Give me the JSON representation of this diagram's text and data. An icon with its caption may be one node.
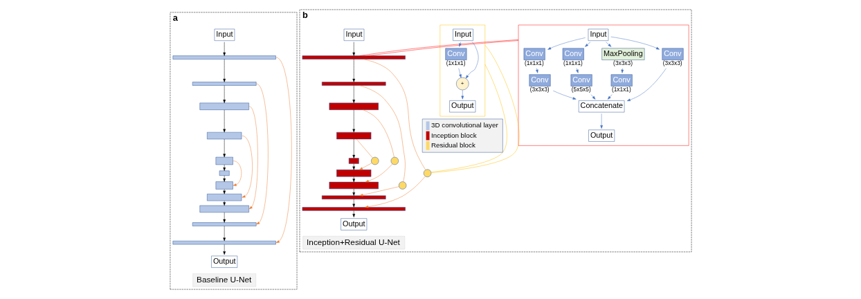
{
  "diagram": {
    "nodes": [
      {
        "text": [
          "a"
        ]
      },
      {
        "text": [
          "Input"
        ],
        "in": 0
      },
      {
        "text": [],
        "shape": "bar",
        "in": 0
      },
      {
        "text": [],
        "shape": "bar",
        "in": 0
      },
      {
        "text": [],
        "shape": "bar",
        "in": 0
      },
      {
        "text": [],
        "shape": "bar",
        "in": 0
      },
      {
        "text": [],
        "shape": "bar",
        "in": 0
      },
      {
        "text": [],
        "shape": "bar",
        "in": 0
      },
      {
        "text": [],
        "shape": "bar",
        "in": 0
      },
      {
        "text": [],
        "shape": "bar",
        "in": 0
      },
      {
        "text": [],
        "shape": "bar",
        "in": 0
      },
      {
        "text": [],
        "shape": "bar",
        "in": 0
      },
      {
        "text": [],
        "shape": "bar",
        "in": 0
      },
      {
        "text": [
          "Output"
        ],
        "in": 0
      },
      {
        "text": [
          "Baseline U-Net"
        ],
        "in": 0
      },
      {
        "text": [
          "b"
        ]
      },
      {
        "text": [],
        "shape": "box",
        "in": 15
      },
      {
        "text": [
          "Input"
        ],
        "in": 16
      },
      {
        "text": [
          "Conv"
        ],
        "beside": [
          "(1x1x1)"
        ],
        "in": 16
      },
      {
        "text": [
          "Conv"
        ],
        "beside": [
          "(1x1x1)"
        ],
        "in": 16
      },
      {
        "text": [
          "MaxPooling"
        ],
        "beside": [
          "(3x3x3)"
        ],
        "in": 16
      },
      {
        "text": [
          "Conv"
        ],
        "beside": [
          "(3x3x3)"
        ],
        "in": 16
      },
      {
        "text": [
          "Conv"
        ],
        "beside": [
          "(5x5x5)"
        ],
        "in": 16
      },
      {
        "text": [
          "Conv"
        ],
        "beside": [
          "(1x1x1)"
        ],
        "in": 16
      },
      {
        "text": [
          "Conv"
        ],
        "beside": [
          "(3x3x3)"
        ],
        "in": 16
      },
      {
        "text": [
          "Concatenate"
        ],
        "in": 16
      },
      {
        "text": [
          "Output"
        ],
        "in": 16
      },
      {
        "text": [
          "Input"
        ],
        "in": 15
      },
      {
        "text": [],
        "shape": "bar",
        "in": 15
      },
      {
        "text": [],
        "shape": "bar",
        "in": 15
      },
      {
        "text": [],
        "shape": "bar",
        "in": 15
      },
      {
        "text": [],
        "shape": "bar",
        "in": 15
      },
      {
        "text": [],
        "shape": "bar",
        "in": 15
      },
      {
        "text": [],
        "shape": "bar",
        "in": 15
      },
      {
        "text": [],
        "shape": "bar",
        "in": 15
      },
      {
        "text": [],
        "shape": "bar",
        "in": 15
      },
      {
        "text": [],
        "shape": "bar",
        "in": 15
      },
      {
        "text": [
          "Output"
        ],
        "in": 15
      },
      {
        "text": [],
        "shape": "circle",
        "in": 15
      },
      {
        "text": [],
        "shape": "circle",
        "in": 15
      },
      {
        "text": [],
        "shape": "circle",
        "in": 15
      },
      {
        "text": [],
        "shape": "circle",
        "in": 15
      },
      {
        "text": [],
        "shape": "box",
        "in": 15
      },
      {
        "text": [
          "Input"
        ],
        "in": 42
      },
      {
        "text": [
          "Conv"
        ],
        "beside": [
          "(1x1x1)"
        ],
        "in": 42
      },
      {
        "text": [
          "+"
        ],
        "in": 42
      },
      {
        "text": [
          "Output"
        ],
        "in": 42
      },
      {
        "text": [
          "Inception+Residual U-Net"
        ],
        "in": 15
      }
    ],
    "edges": [
      {
        "from": 1,
        "to": 2,
        "arrow": "to"
      },
      {
        "from": 2,
        "to": 3,
        "arrow": "to"
      },
      {
        "from": 3,
        "to": 4,
        "arrow": "to"
      },
      {
        "from": 4,
        "to": 5,
        "arrow": "to"
      },
      {
        "from": 5,
        "to": 6,
        "arrow": "to"
      },
      {
        "from": 6,
        "to": 7,
        "arrow": "to"
      },
      {
        "from": 7,
        "to": 8,
        "arrow": "to"
      },
      {
        "from": 8,
        "to": 9,
        "arrow": "to"
      },
      {
        "from": 9,
        "to": 10,
        "arrow": "to"
      },
      {
        "from": 10,
        "to": 11,
        "arrow": "to"
      },
      {
        "from": 11,
        "to": 12,
        "arrow": "to"
      },
      {
        "from": 12,
        "to": 13,
        "arrow": "to"
      },
      {
        "from": 2,
        "to": 12,
        "arrow": "to",
        "color": "#ed7d31"
      },
      {
        "from": 3,
        "to": 11,
        "arrow": "to",
        "color": "#ed7d31"
      },
      {
        "from": 4,
        "to": 10,
        "arrow": "to",
        "color": "#ed7d31"
      },
      {
        "from": 5,
        "to": 9,
        "arrow": "to",
        "color": "#ed7d31"
      },
      {
        "from": 6,
        "to": 8,
        "arrow": "to",
        "color": "#ed7d31"
      },
      {
        "from": 17,
        "to": 18,
        "arrow": "to",
        "color": "#4472c4"
      },
      {
        "from": 17,
        "to": 19,
        "arrow": "to",
        "color": "#4472c4"
      },
      {
        "from": 17,
        "to": 20,
        "arrow": "to",
        "color": "#4472c4"
      },
      {
        "from": 17,
        "to": 24,
        "arrow": "to",
        "color": "#4472c4"
      },
      {
        "from": 18,
        "to": 21,
        "arrow": "to",
        "color": "#4472c4"
      },
      {
        "from": 19,
        "to": 22,
        "arrow": "to",
        "color": "#4472c4"
      },
      {
        "from": 20,
        "to": 23,
        "arrow": "to",
        "color": "#4472c4"
      },
      {
        "from": 21,
        "to": 25,
        "arrow": "to",
        "color": "#4472c4"
      },
      {
        "from": 22,
        "to": 25,
        "arrow": "to",
        "color": "#4472c4"
      },
      {
        "from": 23,
        "to": 25,
        "arrow": "to",
        "color": "#4472c4"
      },
      {
        "from": 24,
        "to": 25,
        "arrow": "to",
        "color": "#4472c4"
      },
      {
        "from": 25,
        "to": 26,
        "arrow": "to",
        "color": "#4472c4"
      },
      {
        "from": 27,
        "to": 28,
        "arrow": "to"
      },
      {
        "from": 28,
        "to": 29,
        "arrow": "to"
      },
      {
        "from": 29,
        "to": 30,
        "arrow": "to"
      },
      {
        "from": 30,
        "to": 31,
        "arrow": "to"
      },
      {
        "from": 31,
        "to": 32,
        "arrow": "to"
      },
      {
        "from": 32,
        "to": 33,
        "arrow": "to"
      },
      {
        "from": 33,
        "to": 34,
        "arrow": "to"
      },
      {
        "from": 34,
        "to": 35,
        "arrow": "to"
      },
      {
        "from": 35,
        "to": 36,
        "arrow": "to"
      },
      {
        "from": 36,
        "to": 37,
        "arrow": "to"
      },
      {
        "from": 28,
        "to": 38,
        "arrow": "none",
        "color": "#ed7d31"
      },
      {
        "from": 38,
        "to": 36,
        "arrow": "to",
        "color": "#ed7d31"
      },
      {
        "from": 29,
        "to": 39,
        "arrow": "none",
        "color": "#ed7d31"
      },
      {
        "from": 39,
        "to": 35,
        "arrow": "to",
        "color": "#ed7d31"
      },
      {
        "from": 30,
        "to": 40,
        "arrow": "none",
        "color": "#ed7d31"
      },
      {
        "from": 40,
        "to": 34,
        "arrow": "to",
        "color": "#ed7d31"
      },
      {
        "from": 31,
        "to": 41,
        "arrow": "none",
        "color": "#ed7d31"
      },
      {
        "from": 41,
        "to": 33,
        "arrow": "to",
        "color": "#ed7d31"
      },
      {
        "from": 16,
        "to": 28,
        "arrow": "none",
        "color": "#ff0000"
      },
      {
        "from": 16,
        "to": 28,
        "arrow": "none",
        "color": "#ff0000"
      },
      {
        "from": 38,
        "to": 42,
        "arrow": "none",
        "color": "#ffc000"
      },
      {
        "from": 38,
        "to": 42,
        "arrow": "none",
        "color": "#ffc000"
      },
      {
        "from": 43,
        "to": 44,
        "arrow": "to",
        "color": "#4472c4"
      },
      {
        "from": 43,
        "to": 45,
        "arrow": "to",
        "color": "#4472c4"
      },
      {
        "from": 44,
        "to": 45,
        "arrow": "to",
        "color": "#4472c4"
      },
      {
        "from": 45,
        "to": 46,
        "arrow": "to",
        "color": "#4472c4"
      }
    ],
    "legend": [
      {
        "text": "3D convolutional layer",
        "color": "#b4c7e7"
      },
      {
        "text": "Inception block",
        "color": "#c00000"
      },
      {
        "text": "Residual block",
        "color": "#ffd966"
      }
    ]
  }
}
